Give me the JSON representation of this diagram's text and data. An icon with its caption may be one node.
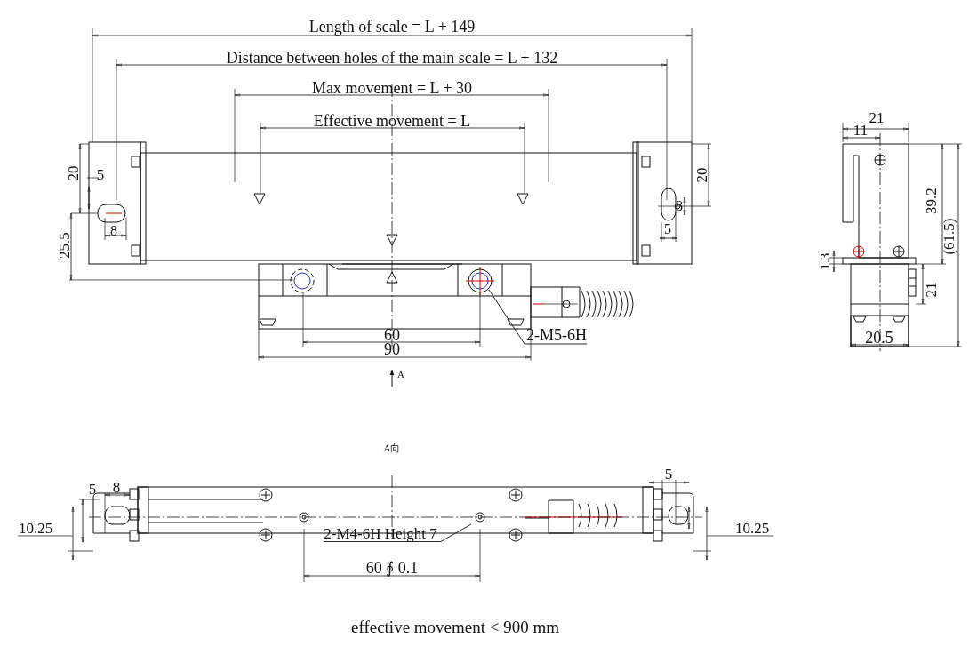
{
  "diagram": {
    "caption": "effective movement < 900 mm",
    "nodes": [
      {
        "text": [
          "2-M5-6H"
        ]
      },
      {
        "text": [
          "2-M4-6H  Height 7"
        ]
      }
    ],
    "edges": [
      {
        "from": 0,
        "to": null,
        "arrow": "none"
      },
      {
        "from": 1,
        "to": null,
        "arrow": "none"
      }
    ],
    "labels": [
      "Length of scale = L + 149",
      "Distance between holes of the main scale = L + 132",
      "Max movement = L +  30",
      "Effective movement = L",
      "21",
      "11",
      "20",
      "5",
      "20",
      "39.2",
      "(61.5)",
      "8",
      "8",
      "5",
      "25.5",
      "1.3",
      "21",
      "60",
      "90",
      "20.5",
      "A",
      "A向",
      "5",
      "8",
      "5",
      "10.25",
      "10.25",
      "60 ∮ 0.1"
    ]
  }
}
